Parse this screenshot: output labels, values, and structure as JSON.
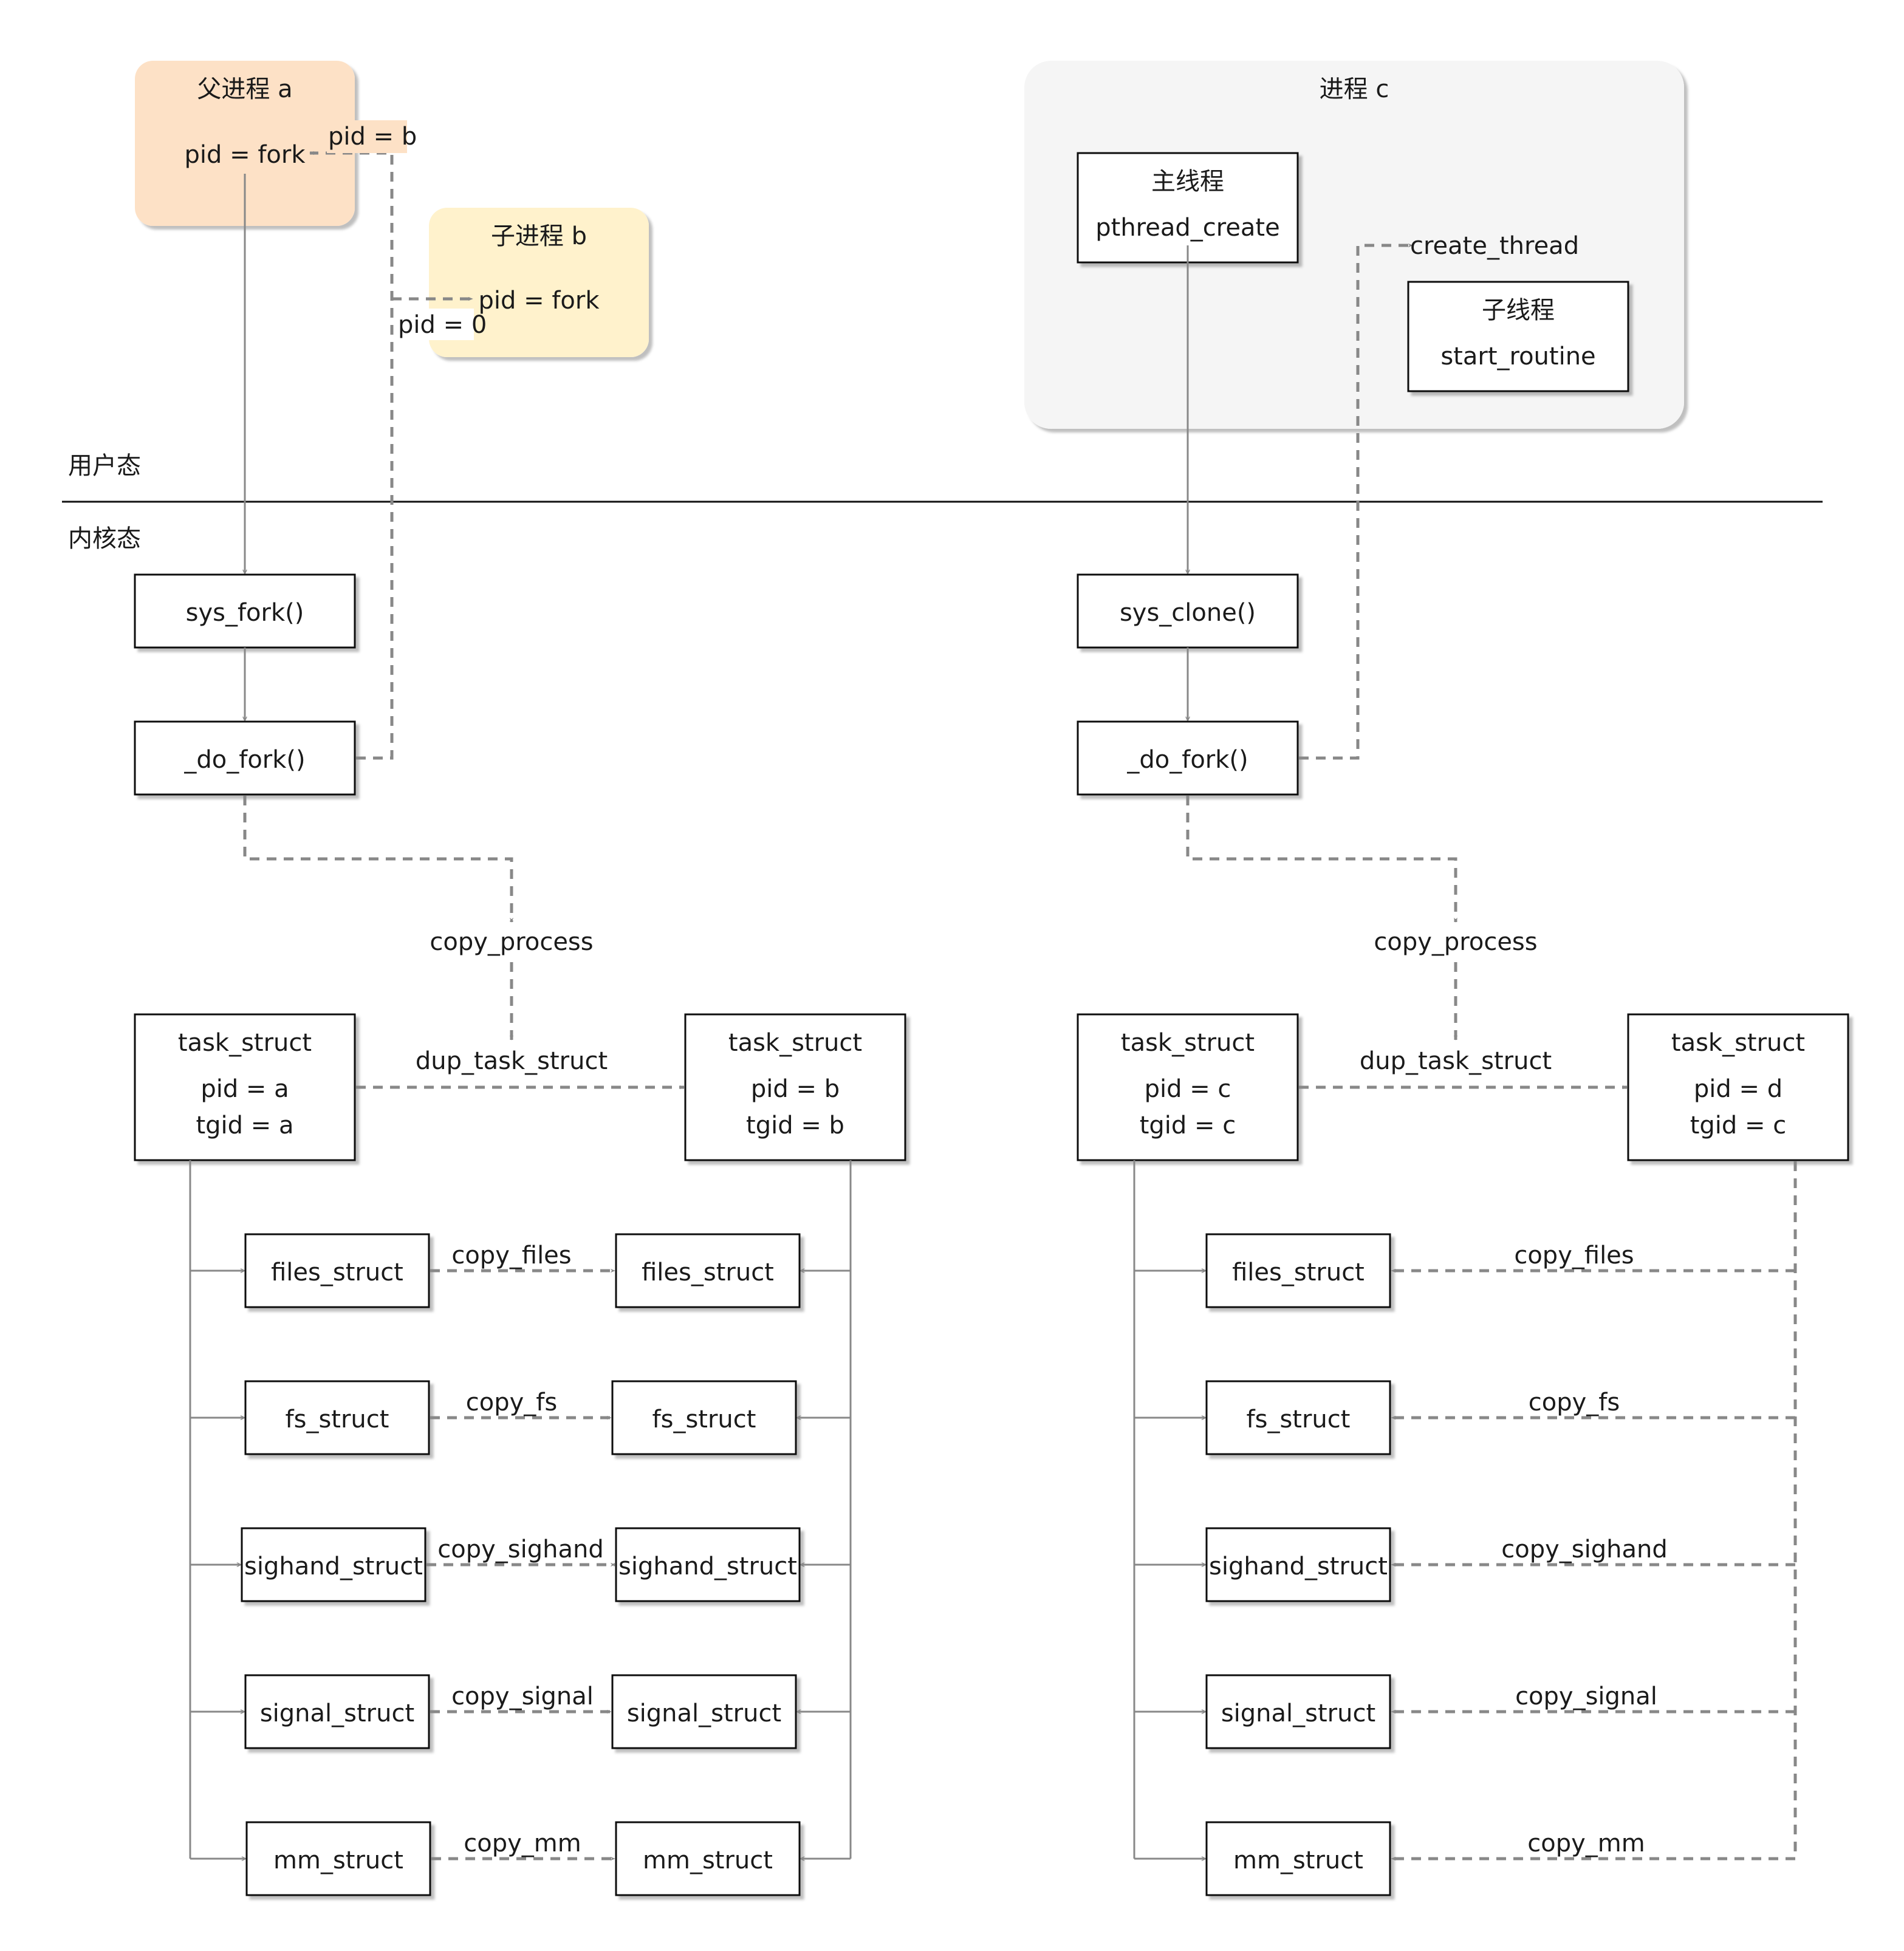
{
  "regions": {
    "user_mode": "用户态",
    "kernel_mode": "内核态"
  },
  "user_space": {
    "parent_process": {
      "title": "父进程 a",
      "call": "pid = fork",
      "return_label": "pid = b"
    },
    "child_process": {
      "title": "子进程 b",
      "call": "pid = fork",
      "return_label": "pid = 0"
    },
    "process_c": {
      "title": "进程 c",
      "main_thread": {
        "title": "主线程",
        "call": "pthread_create"
      },
      "create_label": "create_thread",
      "child_thread": {
        "title": "子线程",
        "call": "start_routine"
      }
    }
  },
  "fork_side": {
    "syscall": "sys_fork()",
    "do_fork": "_do_fork()",
    "copy_process": "copy_process",
    "dup_task_struct": "dup_task_struct",
    "parent_task": {
      "title": "task_struct",
      "pid": "pid = a",
      "tgid": "tgid = a"
    },
    "child_task": {
      "title": "task_struct",
      "pid": "pid = b",
      "tgid": "tgid = b"
    },
    "rows": [
      {
        "left": "files_struct",
        "copy": "copy_files",
        "right": "files_struct"
      },
      {
        "left": "fs_struct",
        "copy": "copy_fs",
        "right": "fs_struct"
      },
      {
        "left": "sighand_struct",
        "copy": "copy_sighand",
        "right": "sighand_struct"
      },
      {
        "left": "signal_struct",
        "copy": "copy_signal",
        "right": "signal_struct"
      },
      {
        "left": "mm_struct",
        "copy": "copy_mm",
        "right": "mm_struct"
      }
    ]
  },
  "clone_side": {
    "syscall": "sys_clone()",
    "do_fork": "_do_fork()",
    "copy_process": "copy_process",
    "dup_task_struct": "dup_task_struct",
    "parent_task": {
      "title": "task_struct",
      "pid": "pid = c",
      "tgid": "tgid = c"
    },
    "child_task": {
      "title": "task_struct",
      "pid": "pid = d",
      "tgid": "tgid = c"
    },
    "rows": [
      {
        "struct": "files_struct",
        "copy": "copy_files"
      },
      {
        "struct": "fs_struct",
        "copy": "copy_fs"
      },
      {
        "struct": "sighand_struct",
        "copy": "copy_sighand"
      },
      {
        "struct": "signal_struct",
        "copy": "copy_signal"
      },
      {
        "struct": "mm_struct",
        "copy": "copy_mm"
      }
    ]
  },
  "colors": {
    "parent_fill": "#fde1c6",
    "child_fill": "#fff2cc",
    "group_fill": "#f5f5f5",
    "connector": "#888888"
  }
}
